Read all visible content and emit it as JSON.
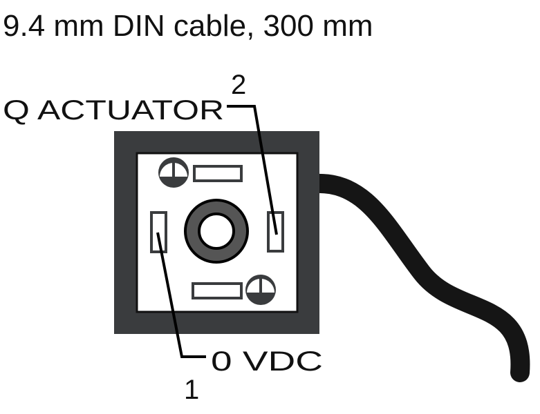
{
  "title": "9.4 mm DIN cable, 300 mm",
  "labels": {
    "pin2_number": "2",
    "pin2_name": "Q ACTUATOR",
    "pin1_number": "1",
    "pin1_name": "0 VDC"
  },
  "colors": {
    "housing": "#3a3c3e",
    "cable": "#151515",
    "line": "#000000"
  }
}
